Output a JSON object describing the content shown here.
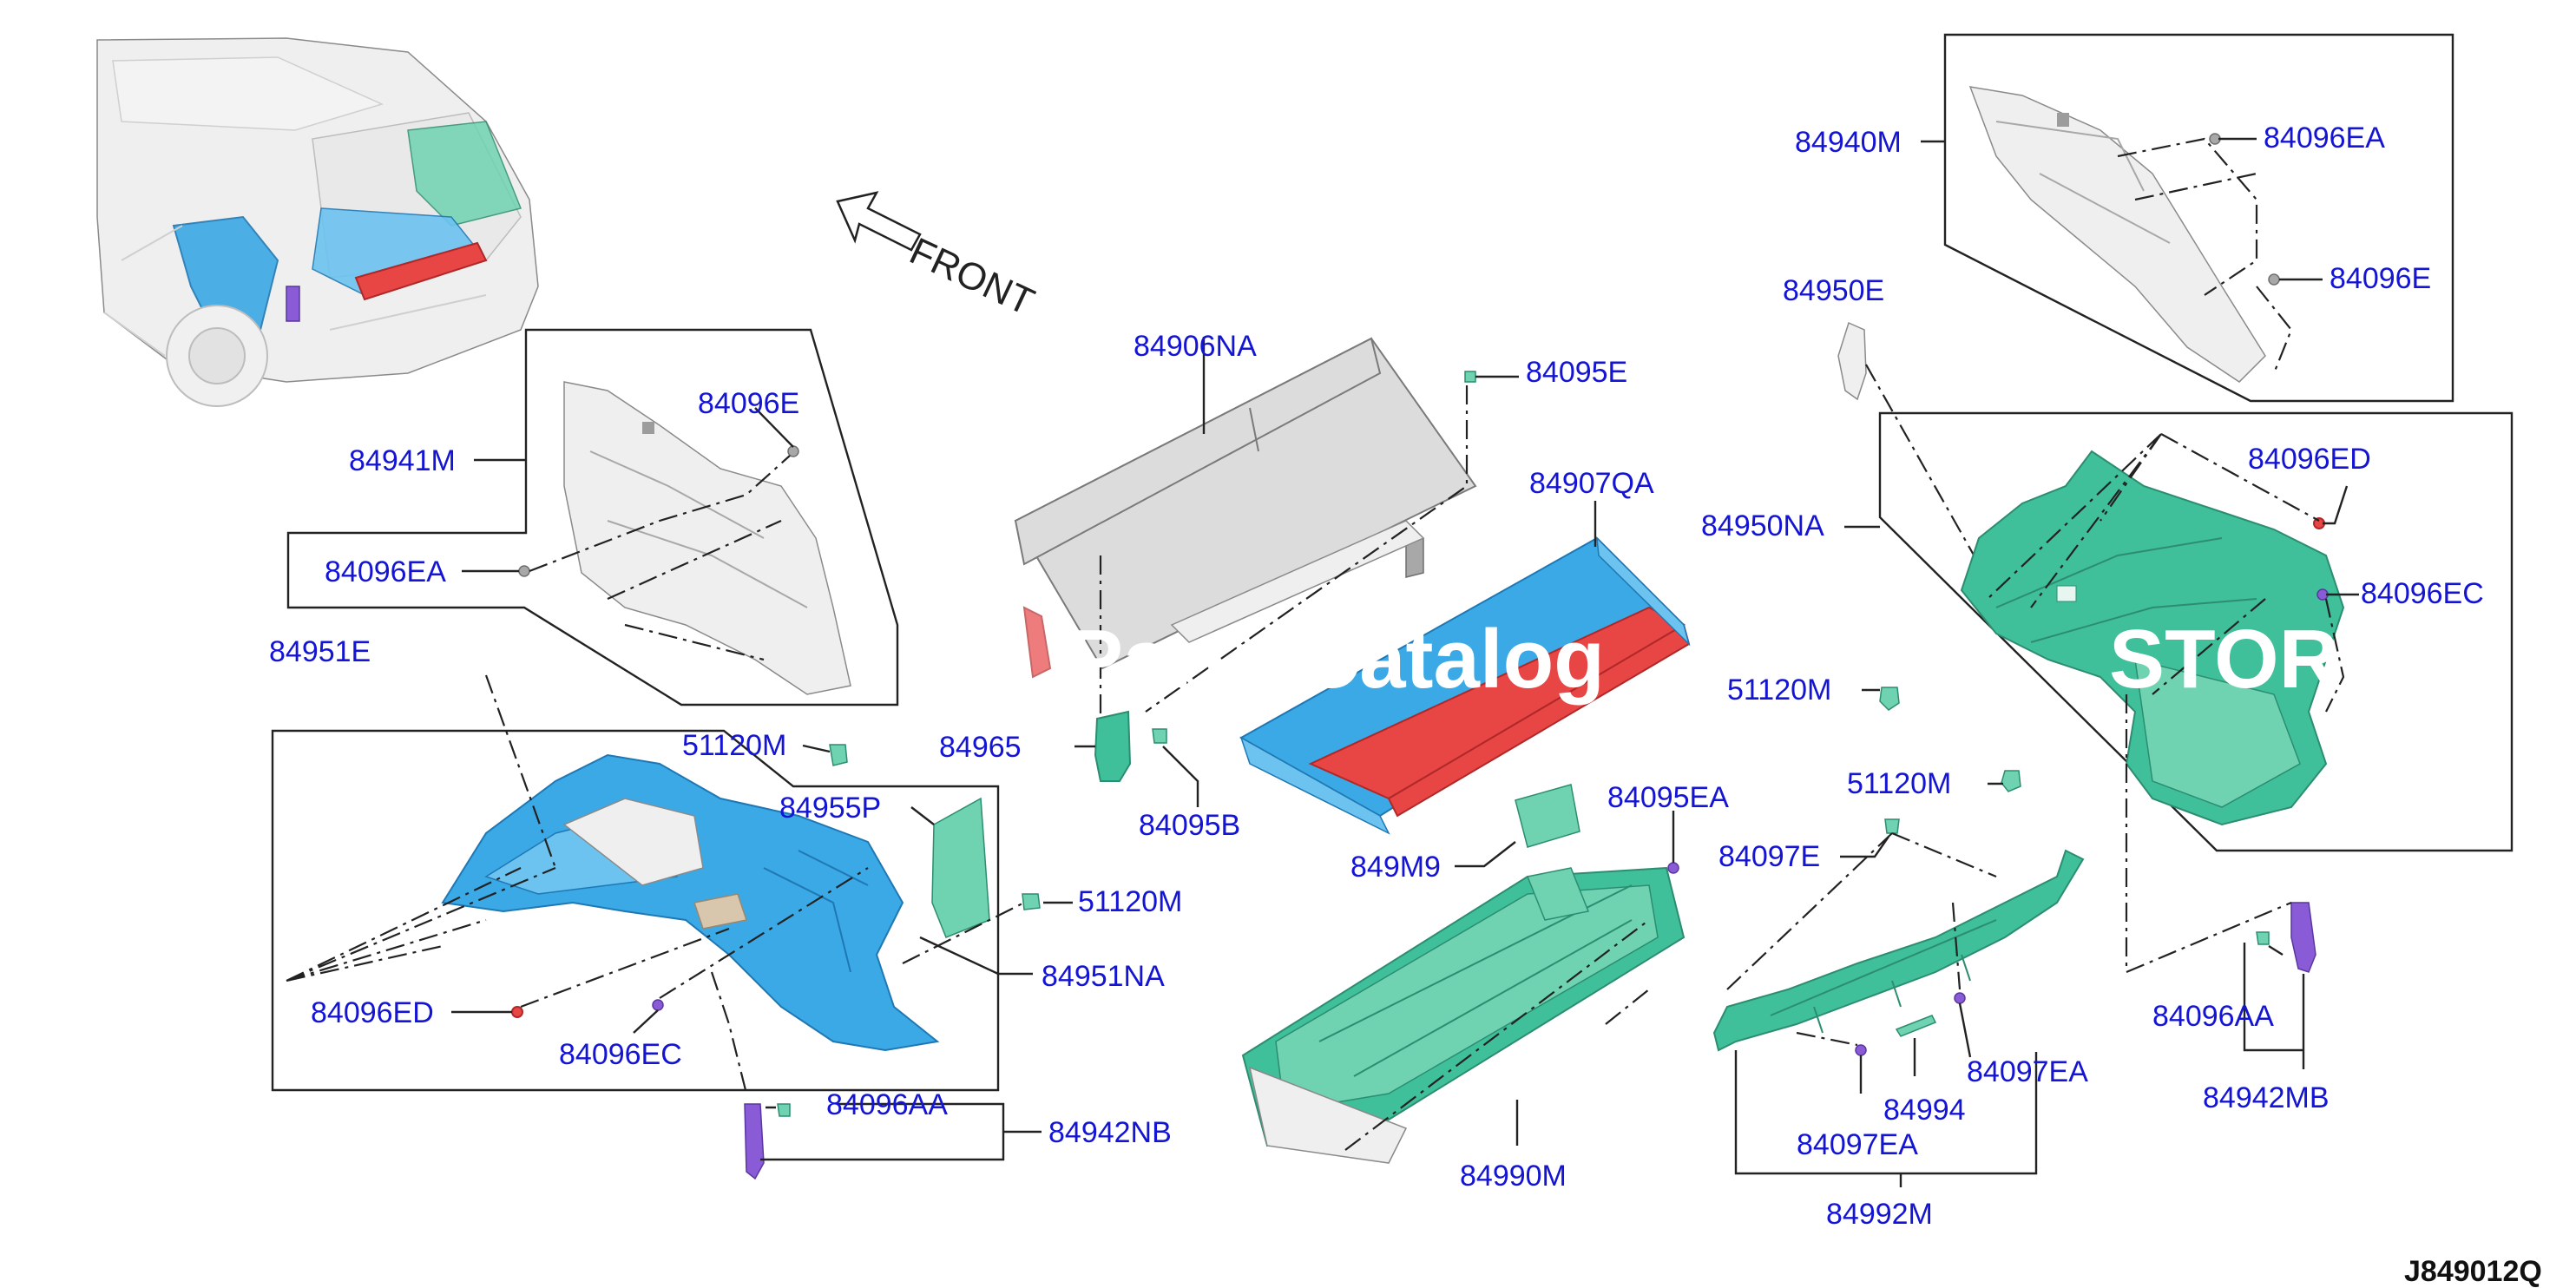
{
  "front_label": "FRONT",
  "watermark": "Parts Catalog",
  "watermark_tail": "STORE",
  "diagram_code": "J849012Q",
  "callouts": {
    "c84906NA": "84906NA",
    "c84095E": "84095E",
    "c84907QA": "84907QA",
    "c84940M": "84940M",
    "c84096EA_tr": "84096EA",
    "c84096E_tr": "84096E",
    "c84950E": "84950E",
    "c84950NA": "84950NA",
    "c84096ED_r": "84096ED",
    "c84096EC_r": "84096EC",
    "c51120M_r1": "51120M",
    "c51120M_r2": "51120M",
    "c84097E": "84097E",
    "c84096AA_r": "84096AA",
    "c84942MB": "84942MB",
    "c84097EA_1": "84097EA",
    "c84994": "84994",
    "c84097EA_2": "84097EA",
    "c84992M": "84992M",
    "c84095EA": "84095EA",
    "c849M9": "849M9",
    "c84990M": "84990M",
    "c84941M": "84941M",
    "c84096E_l": "84096E",
    "c84096EA_l": "84096EA",
    "c84951E_l": "84951E",
    "c51120M_l1": "51120M",
    "c84965": "84965",
    "c84955P": "84955P",
    "c84095B": "84095B",
    "c51120M_l2": "51120M",
    "c84951NA": "84951NA",
    "c84096ED_l": "84096ED",
    "c84096EC_l": "84096EC",
    "c84096AA_l": "84096AA",
    "c84942NB": "84942NB"
  }
}
